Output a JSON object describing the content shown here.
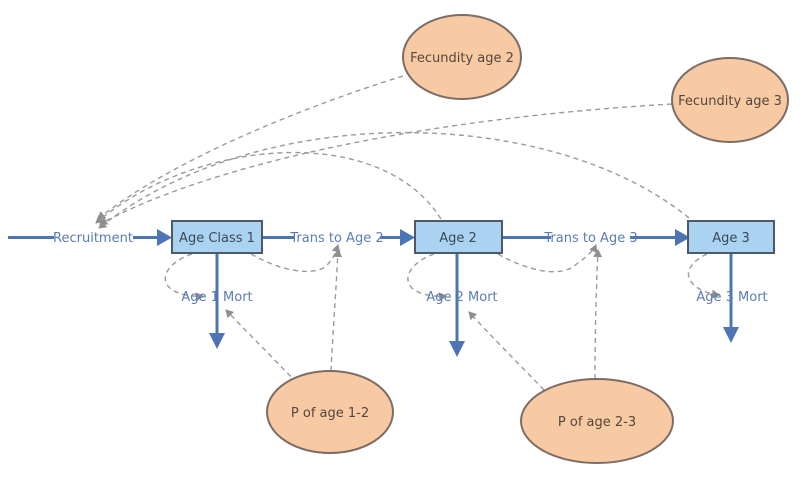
{
  "diagram": {
    "type": "stock-and-flow-model",
    "background": "#ffffff",
    "colors": {
      "stock_fill": "#aad3f2",
      "stock_border": "#4f5a66",
      "stock_text": "#3c4856",
      "flow_color": "#4d74b5",
      "flow_label_color": "#5b7cb4",
      "connector_color": "#9a9a9a",
      "converter_fill": "#f8caa4",
      "converter_border": "#7c6c64",
      "converter_text": "#54463e"
    },
    "stocks": [
      {
        "id": "age-class-1",
        "label": "Age Class 1"
      },
      {
        "id": "age-2",
        "label": "Age 2"
      },
      {
        "id": "age-3",
        "label": "Age 3"
      }
    ],
    "flows": [
      {
        "id": "recruitment",
        "label": "Recruitment"
      },
      {
        "id": "trans-to-age-2",
        "label": "Trans to Age 2"
      },
      {
        "id": "trans-to-age-3",
        "label": "Trans to Age 3"
      },
      {
        "id": "age-1-mort",
        "label": "Age 1 Mort"
      },
      {
        "id": "age-2-mort",
        "label": "Age 2 Mort"
      },
      {
        "id": "age-3-mort",
        "label": "Age 3 Mort"
      }
    ],
    "converters": [
      {
        "id": "fecundity-age-2",
        "label": "Fecundity age 2"
      },
      {
        "id": "fecundity-age-3",
        "label": "Fecundity age 3"
      },
      {
        "id": "p-of-age-1-2",
        "label": "P of age 1-2"
      },
      {
        "id": "p-of-age-2-3",
        "label": "P of age 2-3"
      }
    ],
    "links": [
      {
        "from": "fecundity-age-2",
        "to": "recruitment"
      },
      {
        "from": "fecundity-age-3",
        "to": "recruitment"
      },
      {
        "from": "age-2",
        "to": "recruitment"
      },
      {
        "from": "age-3",
        "to": "recruitment"
      },
      {
        "from": "age-class-1",
        "to": "age-1-mort"
      },
      {
        "from": "age-class-1",
        "to": "trans-to-age-2"
      },
      {
        "from": "p-of-age-1-2",
        "to": "trans-to-age-2"
      },
      {
        "from": "p-of-age-1-2",
        "to": "age-1-mort"
      },
      {
        "from": "age-2",
        "to": "age-2-mort"
      },
      {
        "from": "age-2",
        "to": "trans-to-age-3"
      },
      {
        "from": "p-of-age-2-3",
        "to": "trans-to-age-3"
      },
      {
        "from": "p-of-age-2-3",
        "to": "age-2-mort"
      },
      {
        "from": "age-3",
        "to": "age-3-mort"
      }
    ]
  }
}
